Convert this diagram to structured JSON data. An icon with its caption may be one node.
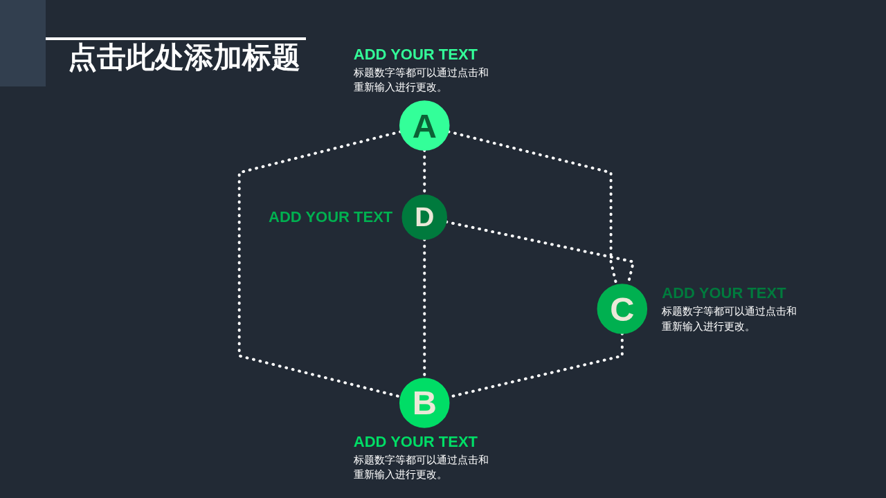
{
  "diagram": {
    "title": "点击此处添加标题",
    "nodes": [
      {
        "text": [
          "A"
        ],
        "beside": [
          "ADD YOUR TEXT",
          "标题数字等都可以通过点击和重新输入进行更改。"
        ]
      },
      {
        "text": [
          "D"
        ],
        "beside": [
          "ADD YOUR TEXT"
        ]
      },
      {
        "text": [
          "C"
        ],
        "beside": [
          "ADD YOUR TEXT",
          "标题数字等都可以通过点击和重新输入进行更改。"
        ]
      },
      {
        "text": [
          "B"
        ],
        "beside": [
          "ADD YOUR TEXT",
          "标题数字等都可以通过点击和重新输入进行更改。"
        ]
      }
    ],
    "edges": [
      {
        "from": 0,
        "to": 1,
        "arrow": "none",
        "style": "dashed"
      },
      {
        "from": 0,
        "to": 2,
        "arrow": "none",
        "style": "dashed"
      },
      {
        "from": 0,
        "to": 3,
        "arrow": "none",
        "style": "dashed"
      },
      {
        "from": 1,
        "to": 2,
        "arrow": "none",
        "style": "dashed"
      },
      {
        "from": 1,
        "to": 3,
        "arrow": "none",
        "style": "dashed"
      },
      {
        "from": 2,
        "to": 3,
        "arrow": "none",
        "style": "dashed"
      }
    ]
  }
}
